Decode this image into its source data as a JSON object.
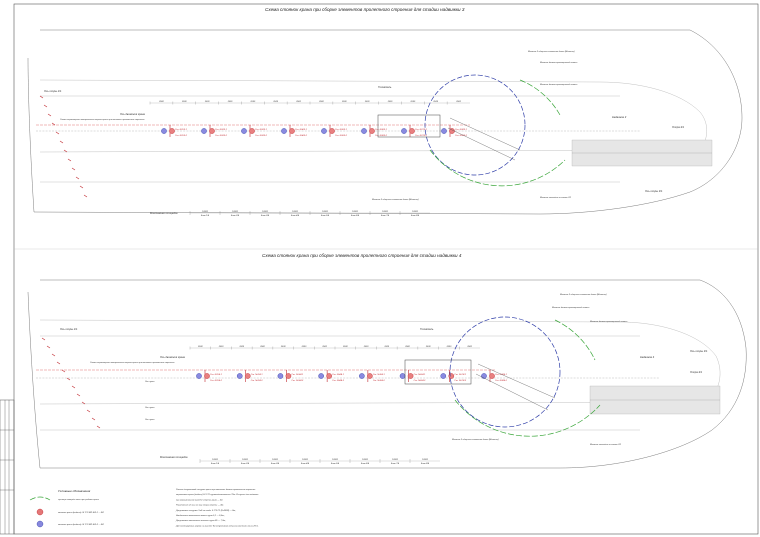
{
  "titles": {
    "stage3": "Схема стоянок крана при сборке элементов пролетного строения для стадии надвижки 3",
    "stage4": "Схема стоянок крана при сборке элементов пролетного строения для стадии надвижки 4"
  },
  "stage3": {
    "labels": {
      "axis_tl": "Ось опоры 2/1",
      "crane_axis": "Ось движения крана",
      "crane_note": "Схема перемещения поворотного стрела крана при монтаже пролетного строения",
      "pusher": "Толкатель",
      "track": "Монтажная площадка",
      "support": "Надвижка 3",
      "stop": "Опора 4/1",
      "axis_br": "Ось опоры 3/1",
      "note_top_1": "Монтаж 2 сборного элемента балки (Монтаж)",
      "note_top_2": "Монтаж блоков ортотропной плиты",
      "note_top_3": "Монтаж блоков ортотропной плиты",
      "note_bot_1": "Монтаж 2 сборного элемента балки (Монтаж)",
      "note_bot_2": "Монтаж накладок на стыке 2/1"
    },
    "spans": [
      "2500",
      "2500",
      "2500",
      "2500",
      "2500",
      "2500",
      "2500",
      "2500",
      "2500",
      "2500",
      "2500",
      "2500",
      "2500",
      "2500"
    ],
    "bottom_dims": [
      "12000",
      "12000",
      "12000",
      "12000",
      "12000",
      "12000",
      "12000",
      "12000"
    ],
    "bottom_sub": [
      "Блок 1/4",
      "Блок 2/4",
      "Блок 3/4",
      "Блок 4/4",
      "Блок 5/4",
      "Блок 6/4",
      "Блок 7/4",
      "Блок 8/4"
    ],
    "stations_top": [
      "Ст. №1/3.1",
      "Ст. №2/3.1",
      "Ст. №3/3.1",
      "Ст. №4/3.1",
      "Ст. №5/3.1",
      "Ст. №6/3.1",
      "Ст. №7/3.1",
      "Ст. №8/3.1"
    ],
    "stations_bot": [
      "Ст. №1/3.2",
      "Ст. №2/3.2",
      "Ст. №3/3.2",
      "Ст. №4/3.2",
      "Ст. №5/3.2",
      "Ст. №6/3.2",
      "Ст. №7/3.2",
      "Ст. №8/3.2"
    ]
  },
  "stage4": {
    "labels": {
      "axis_tl": "Ось опоры 2/1",
      "crane_axis": "Ось движения крана",
      "crane_note": "Схема перемещения поворотного стрела крана при монтаже пролетного строения",
      "pusher": "Толкатель",
      "track": "Монтажная площадка",
      "support": "Надвижка 4",
      "stop": "Опора 4/1",
      "axis_br": "Ось опоры 3/1",
      "note_top_1": "Монтаж 2 сборного элемента балки (Монтаж)",
      "note_top_2": "Монтаж блоков ортотропной плиты",
      "note_top_3": "Монтаж блоков ортотропной плиты",
      "note_bot_1": "Монтаж 2 сборного элемента балки (Монтаж)",
      "note_bot_2": "Монтаж накладок на стыке 2/1",
      "side_1": "Ось пути",
      "side_2": "Ось пути",
      "side_3": "Ось пути"
    },
    "spans": [
      "2500",
      "2500",
      "2500",
      "2500",
      "2500",
      "2500",
      "2500",
      "2500",
      "2500",
      "2500",
      "2500",
      "2500",
      "2500",
      "2500"
    ],
    "bottom_dims": [
      "12000",
      "12000",
      "12000",
      "12000",
      "12000",
      "12000",
      "12000",
      "12000"
    ],
    "bottom_sub": [
      "Блок 1/4",
      "Блок 2/4",
      "Блок 3/4",
      "Блок 4/4",
      "Блок 5/4",
      "Блок 6/4",
      "Блок 7/4",
      "Блок 8/4"
    ],
    "stations_top": [
      "Ст. №1/4.1",
      "Ст. №2/4.1",
      "Ст. №3/4.1",
      "Ст. №4/4.1",
      "Ст. №5/4.1",
      "Ст. №6/4.1",
      "Ст. №7/4.1",
      "Ст. №8/4.1"
    ],
    "stations_bot": [
      "Ст. №1/4.2",
      "Ст. №2/4.2",
      "Ст. №3/4.2",
      "Ст. №4/4.2",
      "Ст. №5/4.2",
      "Ст. №6/4.2",
      "Ст. №7/4.2",
      "Ст. №8/4.2"
    ]
  },
  "legend": {
    "header": "Условные обозначения",
    "item_1": "граница площади зоны при работе крана",
    "item_2": "стоянка крана (кабина) LK 170 МФ Б/К-1 ... Б/К",
    "item_3": "стоянка крана (кабина) LK 170 МФ Б/К-2 ... Б/К"
  },
  "notes": [
    "Расчет допустимой нагрузки крана при монтаже блоков пролетного строения",
    "стрелового крана (кабина) LK 170 грузоподъемностью 70т. В случае для подвески",
    "при максимальном вылете стрелы груза — 9м",
    "Расстояние от оси до оси опоры стрелы — 4м;",
    "Допустимая нагрузка 7т3 по табл. 5.170-71 (К=2900) — 6м;",
    "Наибольшая монтажная масса груза 5,1 — 6,5т;",
    "Допустимая монтажная высота груза 65 — 7,0м;",
    "Для монтируемых грузов на высоте 9м допустимая величина монтажа зоны 29 т."
  ],
  "colors": {
    "red": "#c0262d",
    "blue": "#2f3ea8",
    "green": "#3aa63a",
    "line": "#444444"
  }
}
